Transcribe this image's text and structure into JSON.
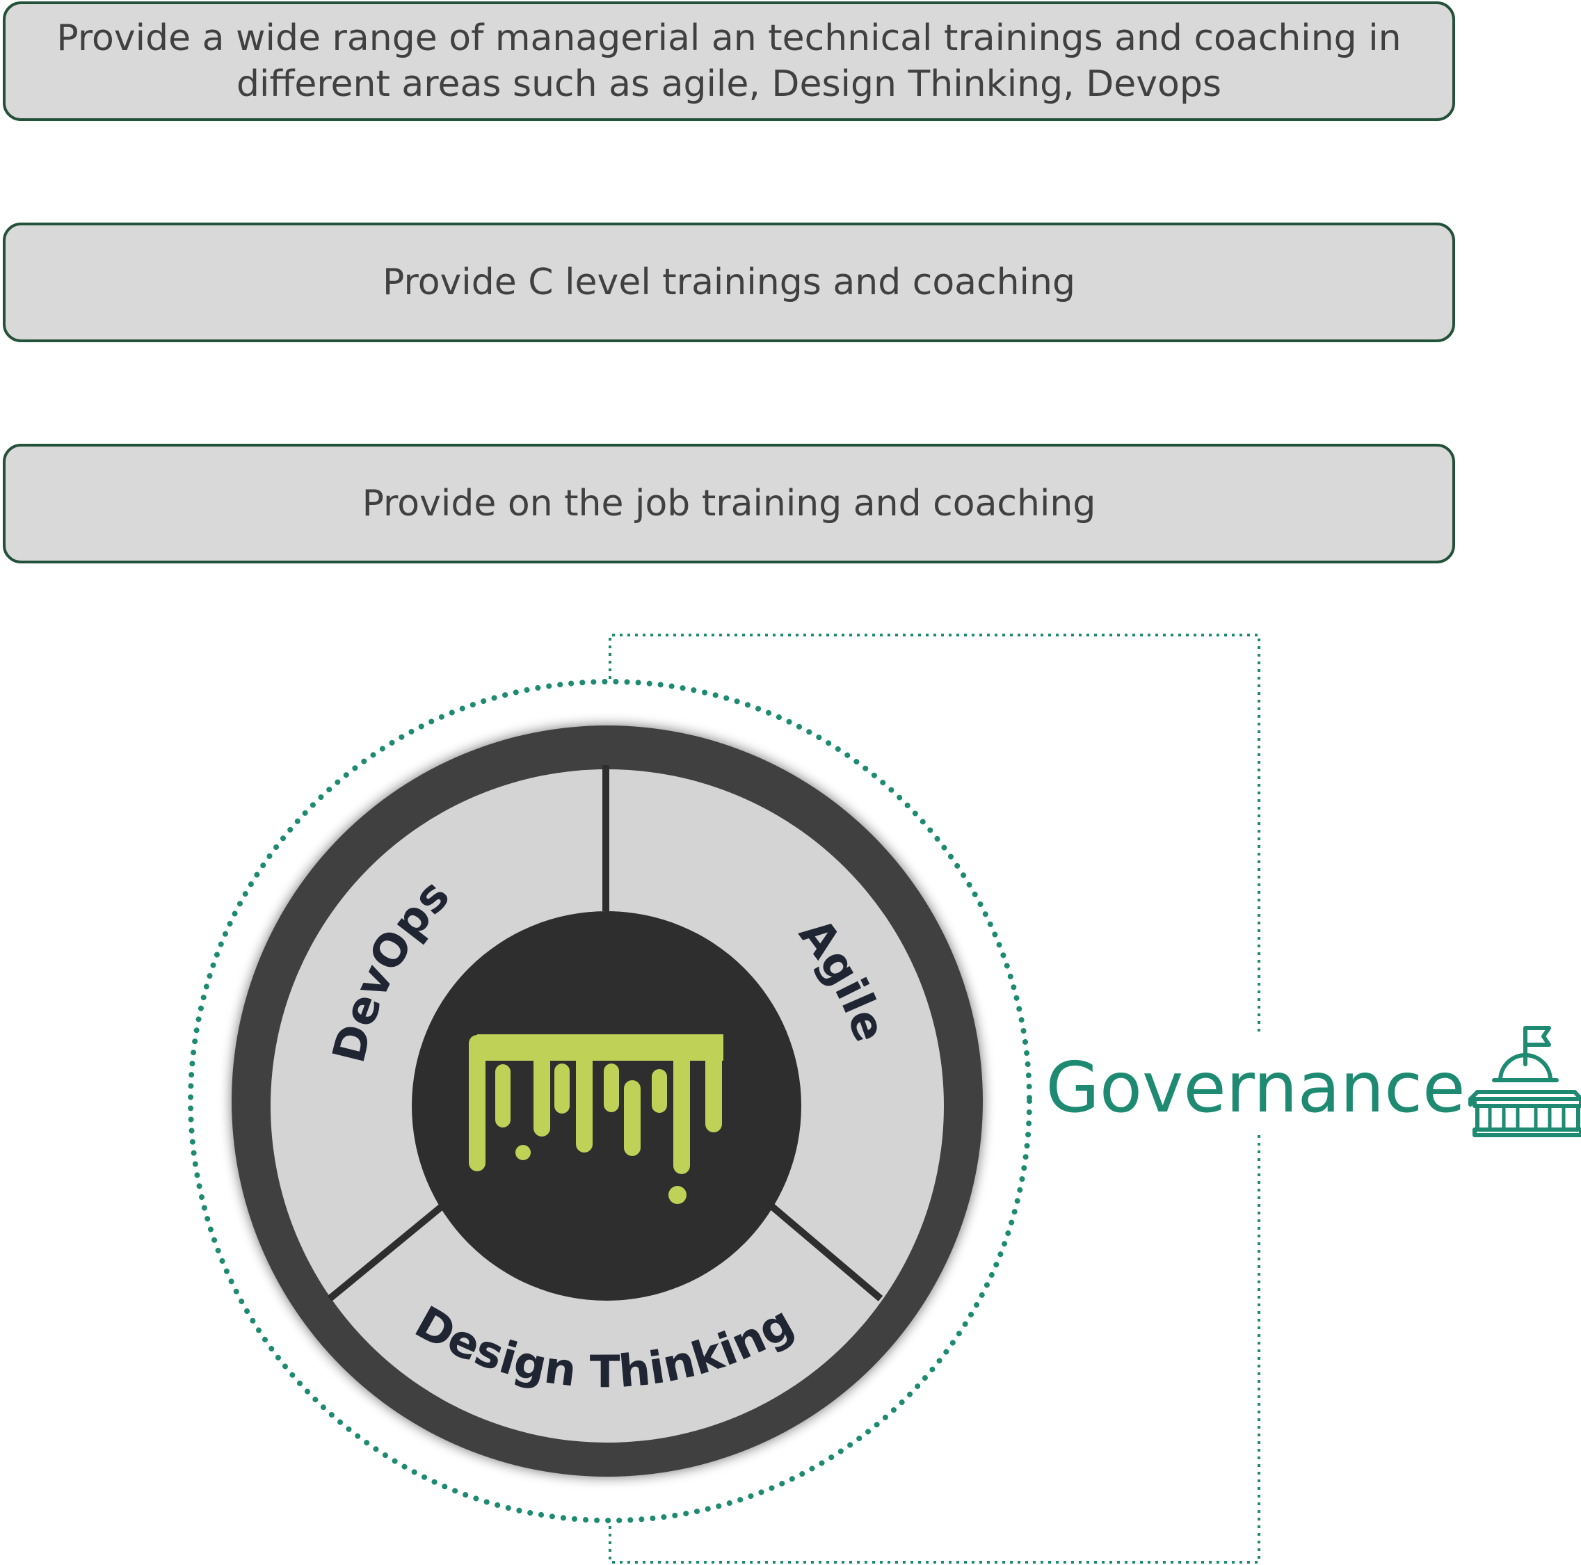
{
  "services": [
    {
      "text": "Provide a wide range of managerial an technical trainings and coaching in different areas such as agile, Design Thinking, Devops"
    },
    {
      "text": "Provide C level trainings and coaching"
    },
    {
      "text": "Provide on the job training and coaching"
    }
  ],
  "wheel": {
    "segments": [
      {
        "label": "DevOps"
      },
      {
        "label": "Agile"
      },
      {
        "label": "Design Thinking"
      }
    ],
    "center_icon": "dripping-paint-logo-icon"
  },
  "governance": {
    "label": "Governance",
    "icon": "government-building-icon"
  },
  "colors": {
    "box_fill": "#d9d9d9",
    "box_border": "#23513a",
    "box_text": "#404040",
    "ring_dark": "#404040",
    "segment_fill": "#d4d4d4",
    "hub": "#2e2e2e",
    "logo_green": "#bfd157",
    "governance_teal": "#1e8a72"
  }
}
